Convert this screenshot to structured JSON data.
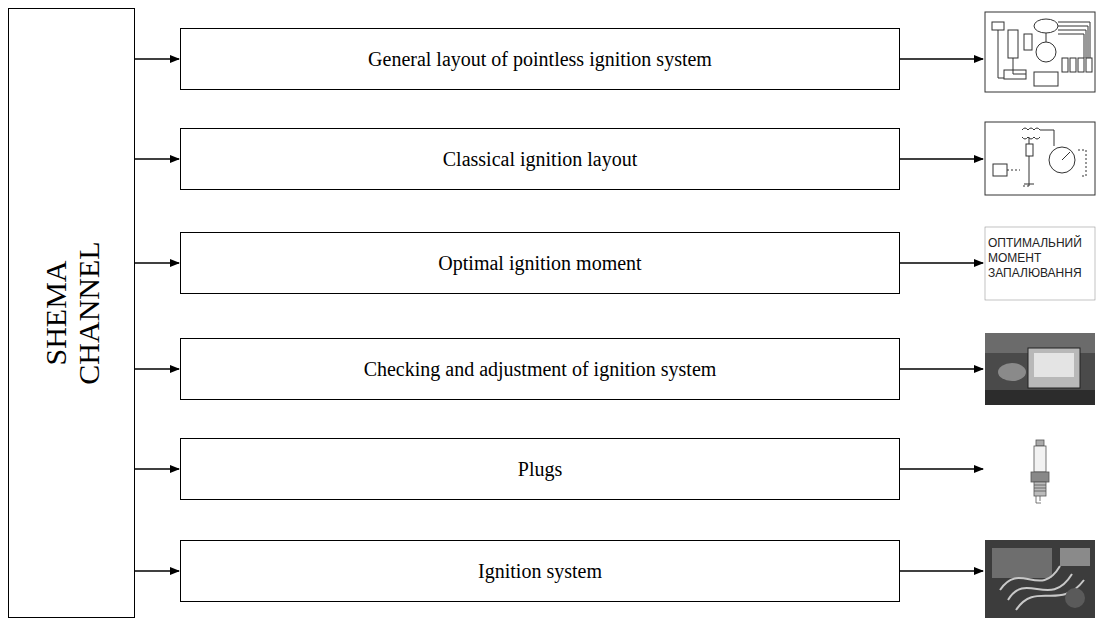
{
  "diagram": {
    "nodes": [
      {
        "text": [
          "SHEMA CHANNEL"
        ]
      },
      {
        "text": [
          "General layout of pointless ignition system"
        ]
      },
      {
        "text": [
          "Classical ignition layout"
        ]
      },
      {
        "text": [
          "Optimal ignition moment"
        ]
      },
      {
        "text": [
          "Checking and adjustment of ignition system"
        ]
      },
      {
        "text": [
          "Plugs"
        ]
      },
      {
        "text": [
          "Ignition system"
        ]
      }
    ],
    "edges": [
      {
        "from": 0,
        "to": 1,
        "arrow": "to"
      },
      {
        "from": 0,
        "to": 2,
        "arrow": "to"
      },
      {
        "from": 0,
        "to": 3,
        "arrow": "to"
      },
      {
        "from": 0,
        "to": 4,
        "arrow": "to"
      },
      {
        "from": 0,
        "to": 5,
        "arrow": "to"
      },
      {
        "from": 0,
        "to": 6,
        "arrow": "to"
      }
    ],
    "labels": [
      "ОПТИМАЛЬНИЙ МОМЕНТ ЗАПАЛЮВАННЯ"
    ]
  }
}
